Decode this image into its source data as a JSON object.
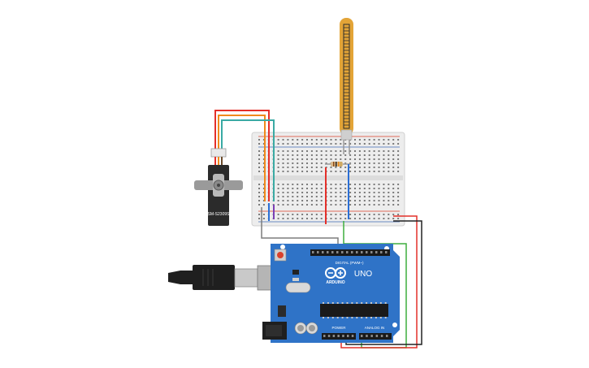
{
  "canvas": {
    "background": "#ffffff"
  },
  "components": {
    "servo": {
      "label": "SM-S2309S",
      "body_color": "#2b2b2b",
      "horn_color": "#9a9a9a"
    },
    "flex_sensor": {
      "color": "#e3a437",
      "trace_color": "#2b2b2b"
    },
    "breadboard": {
      "body_color": "#eeeeee",
      "hole_color": "#7a7a7a",
      "power_red": "#d9412b",
      "power_blue": "#3f6bb3"
    },
    "resistor": {
      "body_color": "#d9b88a"
    },
    "arduino": {
      "board_color": "#2f73c7",
      "brand_text": "ARDUINO",
      "model_text": "UNO",
      "digital_label": "DIGITAL (PWM~)",
      "power_label": "POWER",
      "analog_label": "ANALOG IN"
    },
    "usb_cable": {
      "color": "#1f1f1f"
    }
  },
  "wire_colors": {
    "red": "#e4302a",
    "orange": "#f08a1c",
    "teal": "#3aaaa4",
    "blue": "#2a6fd6",
    "purple": "#7b3fb5",
    "green": "#3fae3f",
    "black": "#222222",
    "gray": "#7d7d7d"
  }
}
